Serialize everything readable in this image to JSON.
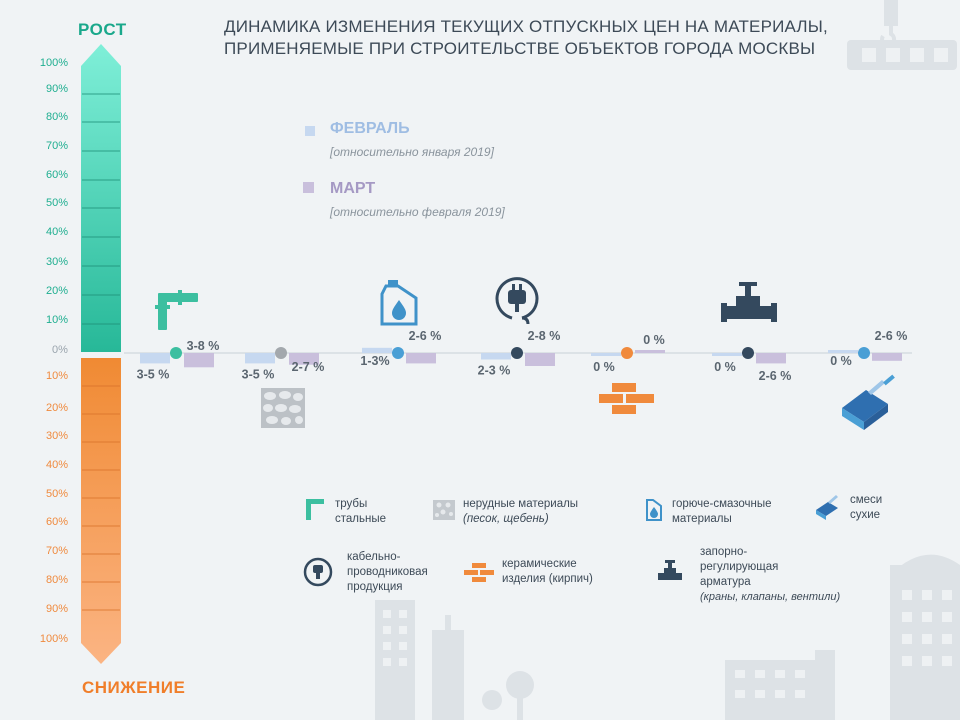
{
  "title": {
    "line1": "ДИНАМИКА ИЗМЕНЕНИЯ ТЕКУЩИХ ОТПУСКНЫХ ЦЕН НА МАТЕРИАЛЫ,",
    "line2": "ПРИМЕНЯЕМЫЕ ПРИ СТРОИТЕЛЬСТВЕ ОБЪЕКТОВ ГОРОДА МОСКВЫ"
  },
  "scale": {
    "top_label": "РОСТ",
    "bottom_label": "СНИЖЕНИЕ",
    "zero_label": "0%",
    "up_ticks": [
      "100%",
      "90%",
      "80%",
      "70%",
      "60%",
      "50%",
      "40%",
      "30%",
      "20%",
      "10%"
    ],
    "down_ticks": [
      "10%",
      "20%",
      "30%",
      "40%",
      "50%",
      "60%",
      "70%",
      "80%",
      "90%",
      "100%"
    ]
  },
  "legend": {
    "feb": {
      "name": "ФЕВРАЛЬ",
      "sub": "[относительно января 2019]",
      "color": "#c6d8f0"
    },
    "mar": {
      "name": "МАРТ",
      "sub": "[относительно февраля 2019]",
      "color": "#c9bfdc"
    }
  },
  "materials_legend": {
    "pipes": {
      "line1": "трубы",
      "line2": "стальные"
    },
    "aggregates": {
      "line1": "нерудные материалы",
      "line2": "(песок, щебень)"
    },
    "fuel": {
      "line1": "горюче-смазочные",
      "line2": "материалы"
    },
    "dry_mix": {
      "line1": "смеси",
      "line2": "сухие"
    },
    "cable": {
      "line1": "кабельно-",
      "line2": "проводниковая",
      "line3": "продукция"
    },
    "ceramic": {
      "line1": "керамические",
      "line2": "изделия (кирпич)"
    },
    "valves": {
      "line1": "запорно-",
      "line2": "регулирующая",
      "line3": "арматура",
      "line4": "(краны, клапаны, вентили)"
    }
  },
  "chart_data": {
    "type": "bar",
    "title": "ДИНАМИКА ИЗМЕНЕНИЯ ТЕКУЩИХ ОТПУСКНЫХ ЦЕН НА МАТЕРИАЛЫ, ПРИМЕНЯЕМЫЕ ПРИ СТРОИТЕЛЬСТВЕ ОБЪЕКТОВ ГОРОДА МОСКВЫ",
    "ylim": [
      -100,
      100
    ],
    "categories": [
      {
        "id": "pipes",
        "name": "трубы стальные",
        "icon": "pipe-icon",
        "dot_color": "#3cbfa0",
        "feb": -4,
        "mar": -5.5,
        "feb_label": "3-5 %",
        "mar_label": "3-8 %"
      },
      {
        "id": "aggregates",
        "name": "нерудные материалы (песок, щебень)",
        "icon": "stones-icon",
        "dot_color": "#a3a8ad",
        "feb": -4,
        "mar": -4.5,
        "feb_label": "3-5 %",
        "mar_label": "2-7 %"
      },
      {
        "id": "fuel",
        "name": "горюче-смазочные материалы",
        "icon": "canister-icon",
        "dot_color": "#4a9fd5",
        "feb": 2,
        "mar": -4,
        "feb_label": "1-3%",
        "mar_label": "2-6 %"
      },
      {
        "id": "cable",
        "name": "кабельно-проводниковая продукция",
        "icon": "plug-icon",
        "dot_color": "#34495e",
        "feb": -2.5,
        "mar": -5,
        "feb_label": "2-3 %",
        "mar_label": "2-8 %"
      },
      {
        "id": "ceramic",
        "name": "керамические изделия (кирпич)",
        "icon": "brick-icon",
        "dot_color": "#f08a3c",
        "feb": -0.5,
        "mar": 0.5,
        "feb_label": "0 %",
        "mar_label": "0 %"
      },
      {
        "id": "valves",
        "name": "запорно-регулирующая арматура",
        "icon": "valve-icon",
        "dot_color": "#34495e",
        "feb": -0.5,
        "mar": -4,
        "feb_label": "0 %",
        "mar_label": "2-6 %"
      },
      {
        "id": "dry_mix",
        "name": "смеси сухие",
        "icon": "trowel-icon",
        "dot_color": "#4a9fd5",
        "feb": 0.5,
        "mar": -3,
        "feb_label": "0 %",
        "mar_label": "2-6 %"
      }
    ],
    "series": [
      {
        "name": "ФЕВРАЛЬ",
        "key": "feb"
      },
      {
        "name": "МАРТ",
        "key": "mar"
      }
    ]
  }
}
